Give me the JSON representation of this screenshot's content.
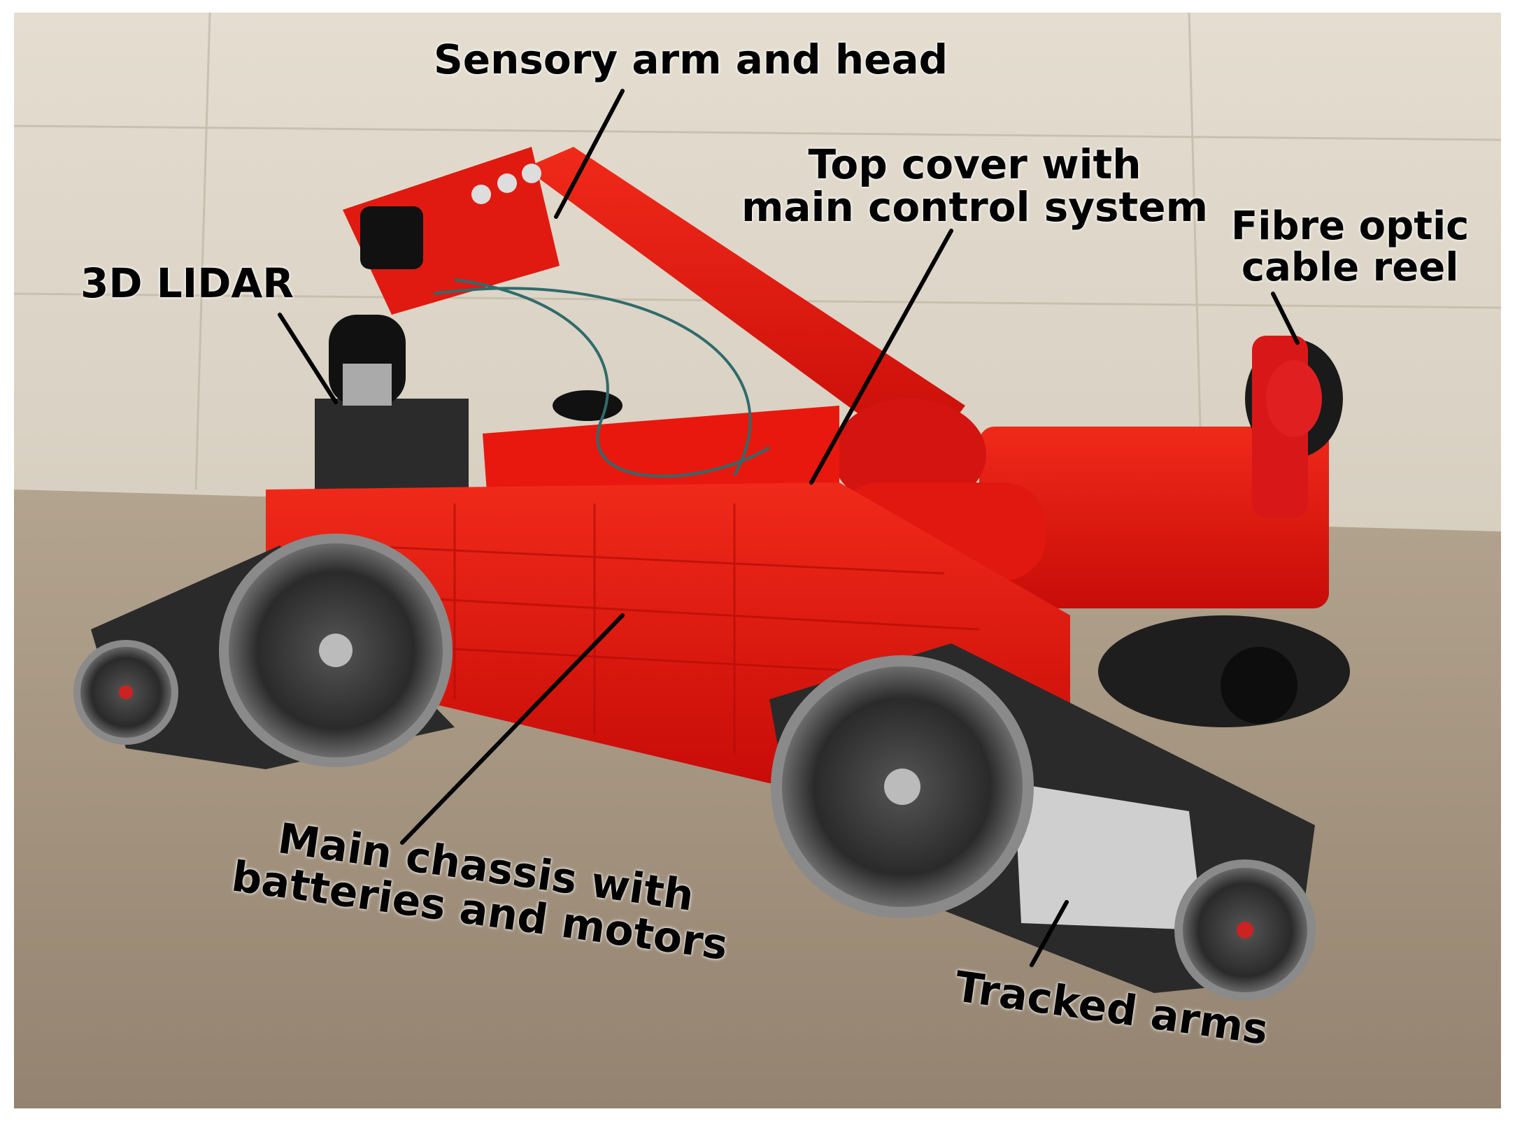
{
  "labels": {
    "sensory_arm": "Sensory arm and head",
    "top_cover": [
      "Top cover with",
      "main control system"
    ],
    "fibre_optic": [
      "Fibre optic",
      "cable reel"
    ],
    "lidar": "3D LIDAR",
    "main_chassis": [
      "Main chassis with",
      "batteries and motors"
    ],
    "tracked_arms": "Tracked arms"
  },
  "colors": {
    "robot_red": "#e01010",
    "wall": "#d9d1c4",
    "floor": "#a08f7a",
    "track": "#3a3a3a"
  }
}
